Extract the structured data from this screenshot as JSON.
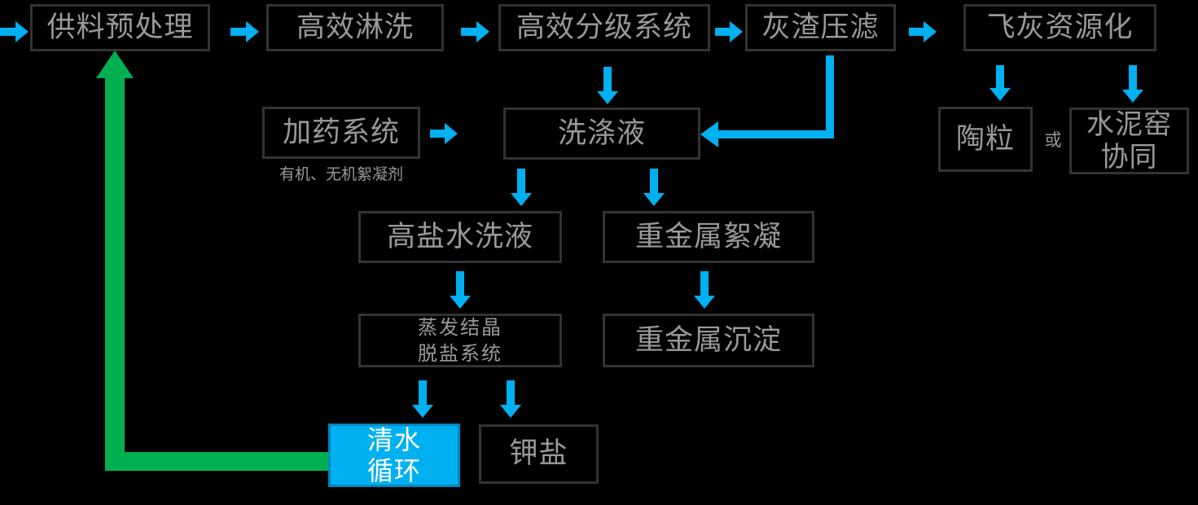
{
  "colors": {
    "background": "#000000",
    "box_border": "#333333",
    "box_text": "#999999",
    "arrow_blue": "#00B0F0",
    "arrow_green": "#00B050",
    "highlight_fill": "#00B0F0",
    "highlight_text": "#FFFFFF",
    "highlight_border": "#0087BD"
  },
  "nodes": {
    "feed": {
      "label": "供料预处理"
    },
    "washing": {
      "label": "高效淋洗"
    },
    "grading": {
      "label": "高效分级系统"
    },
    "press": {
      "label": "灰渣压滤"
    },
    "recycling": {
      "label": "飞灰资源化"
    },
    "dosing": {
      "label": "加药系统",
      "caption": "有机、无机絮凝剂"
    },
    "liquor": {
      "label": "洗涤液"
    },
    "ceramsite": {
      "label": "陶粒"
    },
    "or_connector": {
      "label": "或"
    },
    "kiln": {
      "line1": "水泥窑",
      "line2": "协同"
    },
    "brine": {
      "label": "高盐水洗液"
    },
    "flocculation": {
      "label": "重金属絮凝"
    },
    "evaporation": {
      "line1": "蒸发结晶",
      "line2": "脱盐系统"
    },
    "precipitation": {
      "label": "重金属沉淀"
    },
    "clean_water": {
      "line1": "清水",
      "line2": "循环"
    },
    "potassium": {
      "label": "钾盐"
    }
  }
}
